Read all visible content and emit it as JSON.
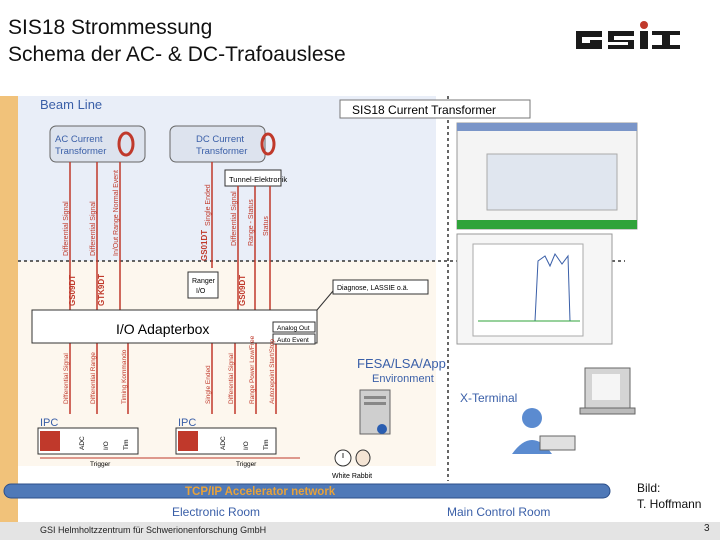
{
  "header": {
    "title_line1": "SIS18 Strommessung",
    "title_line2": "Schema der AC- & DC-Trafoauslese"
  },
  "logo": {
    "text": "GSI",
    "color": "#1a1a1a"
  },
  "diagram": {
    "beam_line": "Beam Line",
    "ac_transformer": [
      "AC Current",
      "Transformer"
    ],
    "dc_transformer": [
      "DC Current",
      "Transformer"
    ],
    "tunnel_electronics": "Tunnel-Elektronik",
    "sis18_current_transformer": "SIS18 Current Transformer",
    "ac_signals": [
      "Differential Signal",
      "Differential Signal",
      "In/Out Range Normal Event"
    ],
    "dc_signals": [
      "Single Ended",
      "Differential Signal",
      "Range - Status",
      "Status"
    ],
    "cable_labels": [
      "GS09DT",
      "GTK9DT",
      "GS01DT",
      "GS09DT"
    ],
    "ranger_io": [
      "Ranger",
      "I/O"
    ],
    "diagnose": "Diagnose, LASSIE o.ä.",
    "adapterbox": "I/O Adapterbox",
    "analog_out": "Analog Out",
    "auto_event": "Auto Event",
    "fesa": [
      "FESA/LSA/App",
      "Environment"
    ],
    "xterminal": "X-Terminal",
    "ipc_left": "IPC",
    "ipc_right": "IPC",
    "ipc_left_signals": [
      "Differential Signal",
      "Differential Range",
      "Timing Kommando"
    ],
    "ipc_right_signals": [
      "Single Ended",
      "Differential Signal",
      "Range Power Low/Free",
      "Autozepoint Start/Stop"
    ],
    "ipc_left_slots": [
      "ADC",
      "I/O",
      "Tim"
    ],
    "ipc_right_slots": [
      "ADC",
      "I/O",
      "Tim"
    ],
    "trigger": "Trigger",
    "white_rabbit": "White Rabbit",
    "network": "TCP/IP Accelerator network",
    "electronic_room": "Electronic Room",
    "main_control_room": "Main Control Room"
  },
  "credit": {
    "line1": "Bild:",
    "line2": "T. Hoffmann"
  },
  "footer": {
    "org": "GSI Helmholtzzentrum für Schwerionenforschung GmbH",
    "page": "3"
  },
  "colors": {
    "accent_blue": "#3a5fa8",
    "signal_red": "#c0392b",
    "network_blue": "#4f79b8",
    "panel_tan": "#f1c27a"
  }
}
